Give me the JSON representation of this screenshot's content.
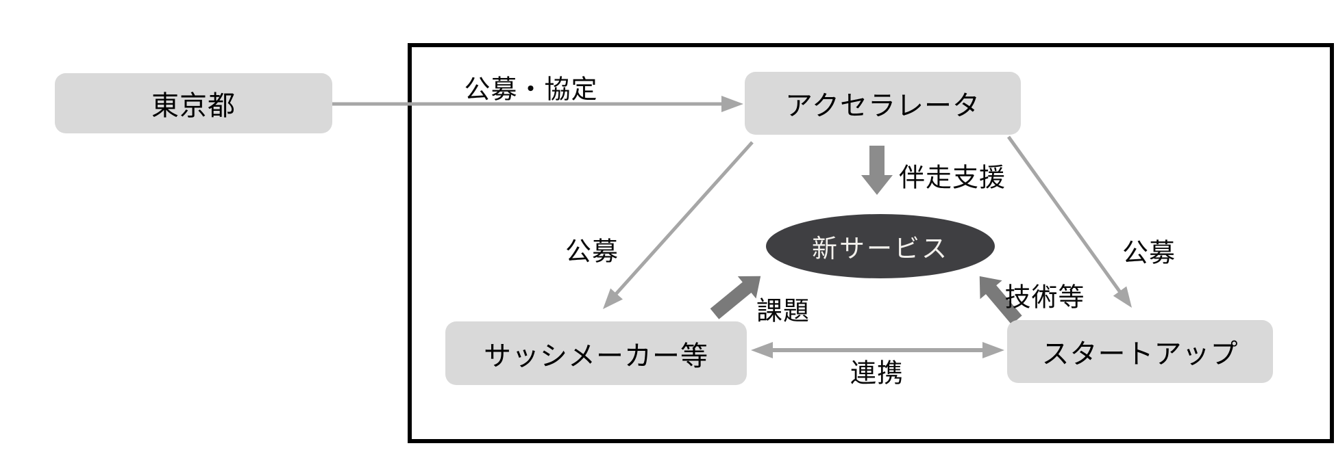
{
  "nodes": {
    "tokyo": {
      "label": "東京都"
    },
    "accelerator": {
      "label": "アクセラレータ"
    },
    "new_service": {
      "label": "新サービス"
    },
    "sash_maker": {
      "label": "サッシメーカー等"
    },
    "startup": {
      "label": "スタートアップ"
    }
  },
  "edges": {
    "tokyo_to_accelerator": {
      "label": "公募・協定",
      "type": "thin-arrow"
    },
    "accelerator_to_service": {
      "label": "伴走支援",
      "type": "block-arrow-down"
    },
    "accelerator_to_sash_maker": {
      "label": "公募",
      "type": "thin-arrow"
    },
    "accelerator_to_startup": {
      "label": "公募",
      "type": "thin-arrow"
    },
    "sash_maker_to_service": {
      "label": "課題",
      "type": "block-arrow"
    },
    "startup_to_service": {
      "label": "技術等",
      "type": "block-arrow"
    },
    "sash_maker_startup": {
      "label": "連携",
      "type": "double-arrow"
    }
  },
  "colors": {
    "background": "#ffffff",
    "node_fill": "#d9d9d9",
    "node_text": "#000000",
    "ellipse_fill": "#3f3f42",
    "ellipse_text": "#f2f0ec",
    "thin_arrow": "#a6a6a6",
    "block_arrow": "#8c8c8c",
    "block_arrow_dark": "#7a7a7a",
    "frame_border": "#000000"
  }
}
